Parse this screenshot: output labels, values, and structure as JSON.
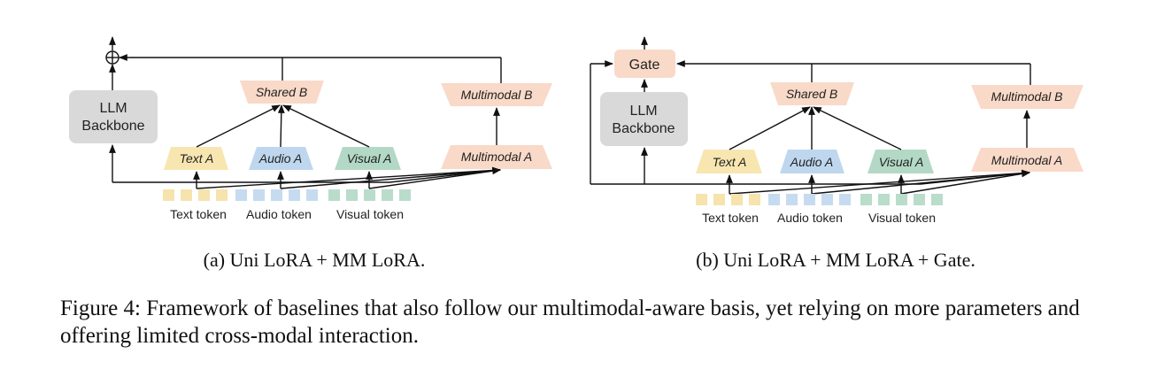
{
  "colors": {
    "text_token": "#f6e3ad",
    "audio_token": "#c6dbef",
    "visual_token": "#b9dccb",
    "multimodal": "#f9d9c8",
    "backbone": "#d9d9d9",
    "text_adapter": "#f8e6b0",
    "audio_adapter": "#bed7ee",
    "visual_adapter": "#b3d9c6"
  },
  "panel_a": {
    "caption": "(a) Uni LoRA + MM LoRA.",
    "backbone_line1": "LLM",
    "backbone_line2": "Backbone",
    "shared_b": "Shared B",
    "multimodal_b": "Multimodal B",
    "multimodal_a": "Multimodal A",
    "text_a": "Text A",
    "audio_a": "Audio A",
    "visual_a": "Visual A",
    "plus_icon": "circle-plus-icon",
    "text_token": "Text token",
    "audio_token": "Audio token",
    "visual_token": "Visual token"
  },
  "panel_b": {
    "caption": "(b) Uni LoRA + MM LoRA + Gate.",
    "gate": "Gate",
    "backbone_line1": "LLM",
    "backbone_line2": "Backbone",
    "shared_b": "Shared B",
    "multimodal_b": "Multimodal B",
    "multimodal_a": "Multimodal A",
    "text_a": "Text A",
    "audio_a": "Audio A",
    "visual_a": "Visual A",
    "text_token": "Text token",
    "audio_token": "Audio token",
    "visual_token": "Visual token"
  },
  "caption": "Figure 4: Framework of baselines that also follow our multimodal-aware basis, yet relying on more parameters and offering limited cross-modal interaction."
}
